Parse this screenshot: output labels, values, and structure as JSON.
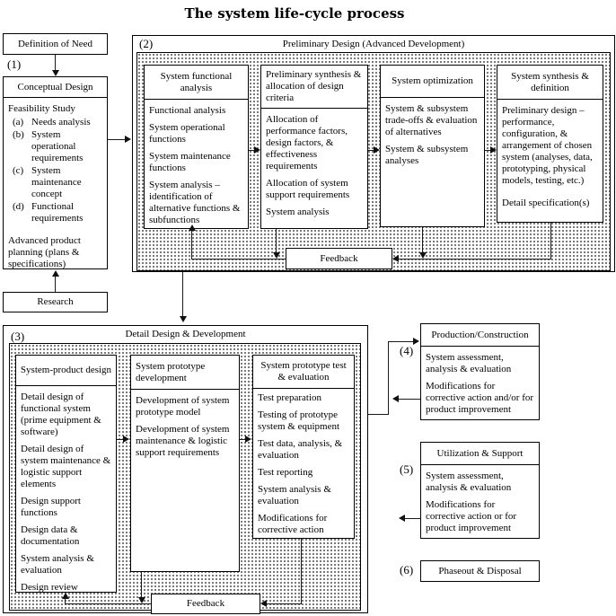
{
  "title": "The system life-cycle process",
  "definition_of_need": "Definition of Need",
  "research": "Research",
  "stage1": {
    "number": "(1)",
    "header": "Conceptual Design",
    "feasibility_title": "Feasibility Study",
    "feasibility_items": [
      {
        "letter": "(a)",
        "text": "Needs analysis"
      },
      {
        "letter": "(b)",
        "text": "System operational requirements"
      },
      {
        "letter": "(c)",
        "text": "System maintenance concept"
      },
      {
        "letter": "(d)",
        "text": "Functional requirements"
      }
    ],
    "footer": "Advanced product planning (plans & specifications)"
  },
  "stage2": {
    "number": "(2)",
    "header": "Preliminary Design (Advanced Development)",
    "feedback_label": "Feedback",
    "subboxes": [
      {
        "title": "System functional analysis",
        "items": [
          "Functional analysis",
          "System operational functions",
          "System maintenance functions",
          "System analysis – identification of alternative functions & subfunctions"
        ]
      },
      {
        "title": "Preliminary synthesis & allocation of design criteria",
        "items": [
          "Allocation of performance factors, design factors, & effectiveness requirements",
          "Allocation of system support requirements",
          "System analysis"
        ]
      },
      {
        "title": "System optimization",
        "items": [
          "System & subsystem trade-offs & evaluation of alternatives",
          "System & subsystem analyses"
        ]
      },
      {
        "title": "System synthesis & definition",
        "items": [
          "Preliminary design – performance, configuration, & arrangement of chosen system (analyses, data, prototyping, physical models, testing, etc.)",
          "Detail specification(s)"
        ]
      }
    ]
  },
  "stage3": {
    "number": "(3)",
    "header": "Detail Design & Development",
    "feedback_label": "Feedback",
    "subboxes": [
      {
        "title": "System-product design",
        "items": [
          "Detail design of functional system (prime equipment & software)",
          "Detail design of system maintenance & logistic support elements",
          "Design support functions",
          "Design data & documentation",
          "System analysis & evaluation",
          "Design review"
        ]
      },
      {
        "title": "System prototype development",
        "items": [
          "Development of system prototype model",
          "Development of system maintenance & logistic support requirements"
        ]
      },
      {
        "title": "System prototype test & evaluation",
        "items": [
          "Test preparation",
          "Testing of prototype system & equipment",
          "Test data, analysis, & evaluation",
          "Test reporting",
          "System analysis & evaluation",
          "Modifications for corrective action"
        ]
      }
    ]
  },
  "stage4": {
    "number": "(4)",
    "header": "Production/Construction",
    "items": [
      "System assessment, analysis & evaluation",
      "Modifications for corrective action and/or for product improvement"
    ]
  },
  "stage5": {
    "number": "(5)",
    "header": "Utilization & Support",
    "items": [
      "System assessment, analysis & evaluation",
      "Modifications for corrective action or for product improvement"
    ]
  },
  "stage6": {
    "number": "(6)",
    "header": "Phaseout & Disposal"
  }
}
